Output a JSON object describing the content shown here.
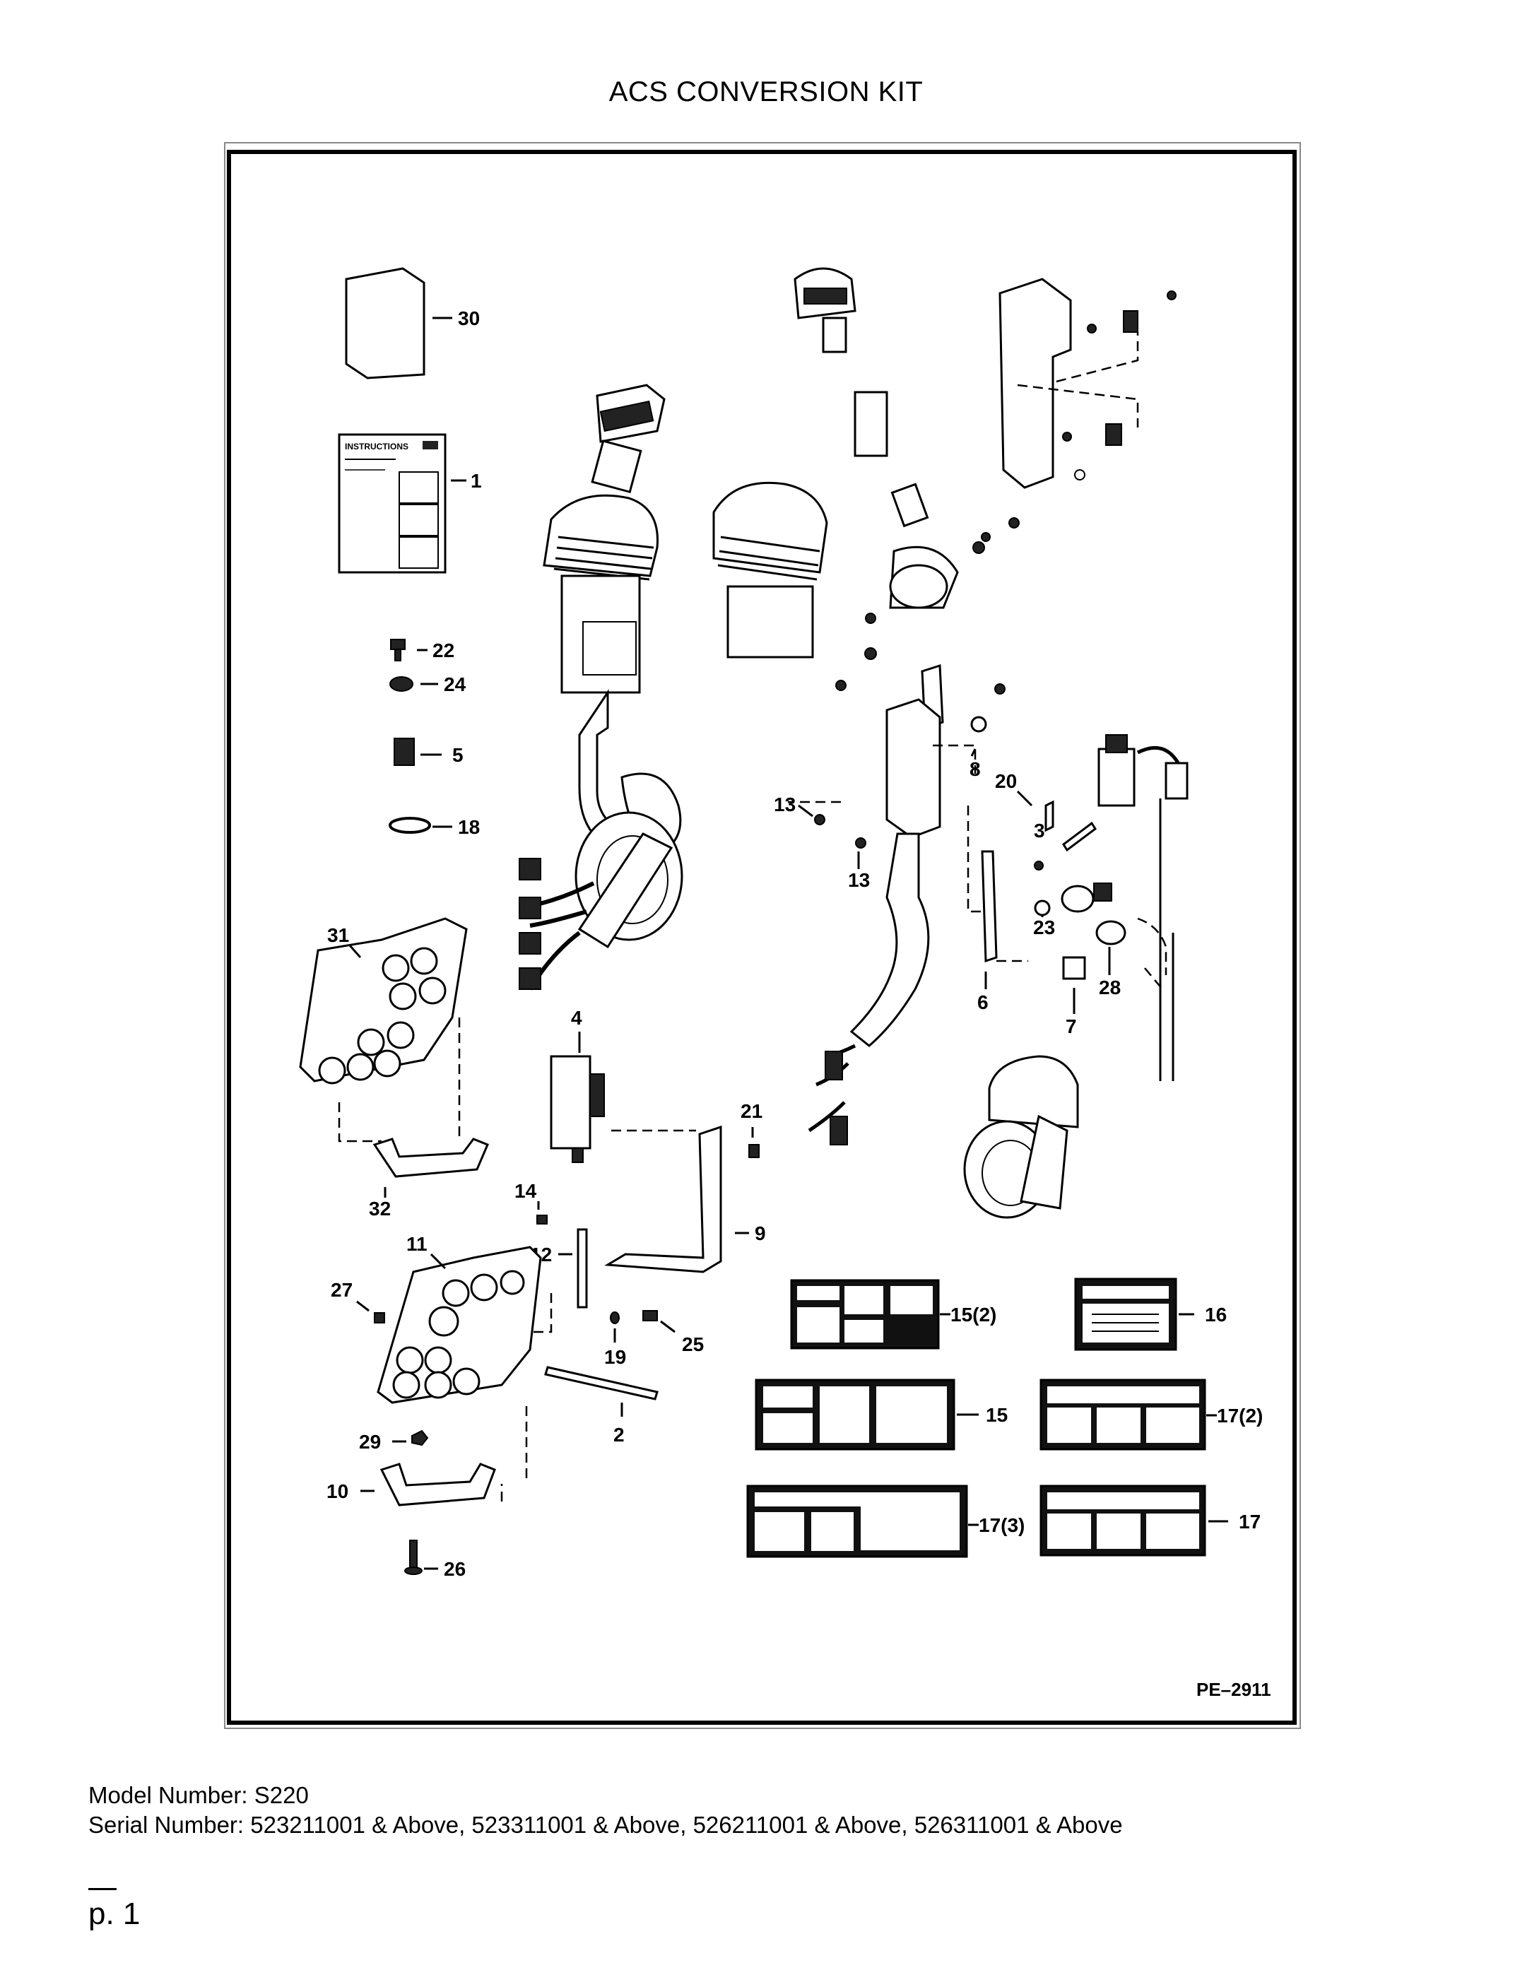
{
  "title": "ACS CONVERSION KIT",
  "figure_ref": "PE–2911",
  "callouts": {
    "c30": "30",
    "c1": "1",
    "c22": "22",
    "c24": "24",
    "c5": "5",
    "c18": "18",
    "c31": "31",
    "c32": "32",
    "c4": "4",
    "c21": "21",
    "c14": "14",
    "c12": "12",
    "c9": "9",
    "c11": "11",
    "c27": "27",
    "c19": "19",
    "c25": "25",
    "c2": "2",
    "c29": "29",
    "c10": "10",
    "c26": "26",
    "c8": "8",
    "c13a": "13",
    "c13b": "13",
    "c20": "20",
    "c3": "3",
    "c23": "23",
    "c6": "6",
    "c7": "7",
    "c28": "28",
    "c15_2": "15(2)",
    "c16": "16",
    "c15": "15",
    "c17_2": "17(2)",
    "c17_3": "17(3)",
    "c17": "17"
  },
  "instructions_label": "INSTRUCTIONS",
  "model_line": "Model Number: S220",
  "serial_line": "Serial Number: 523211001 & Above, 523311001 & Above, 526211001 & Above, 526311001 & Above",
  "page_label": "p. 1"
}
